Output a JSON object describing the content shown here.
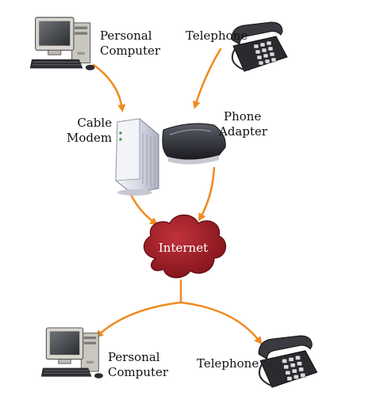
{
  "labels": {
    "pc_top": [
      "Personal",
      "Computer"
    ],
    "phone_top": "Telephone",
    "cable_modem": [
      "Cable",
      "Modem"
    ],
    "phone_adapter": [
      "Phone",
      "Adapter"
    ],
    "internet": "Internet",
    "pc_bottom": [
      "Personal",
      "Computer"
    ],
    "phone_bottom": "Telephone"
  },
  "icons": {
    "computer": "desktop-computer-icon",
    "telephone": "desk-telephone-icon",
    "modem": "cable-modem-icon",
    "adapter": "phone-adapter-icon",
    "cloud": "internet-cloud-icon"
  },
  "colors": {
    "arrow": "#f08a1e",
    "cloud": "#9e1b24",
    "cloud_dark": "#6e0f17"
  }
}
